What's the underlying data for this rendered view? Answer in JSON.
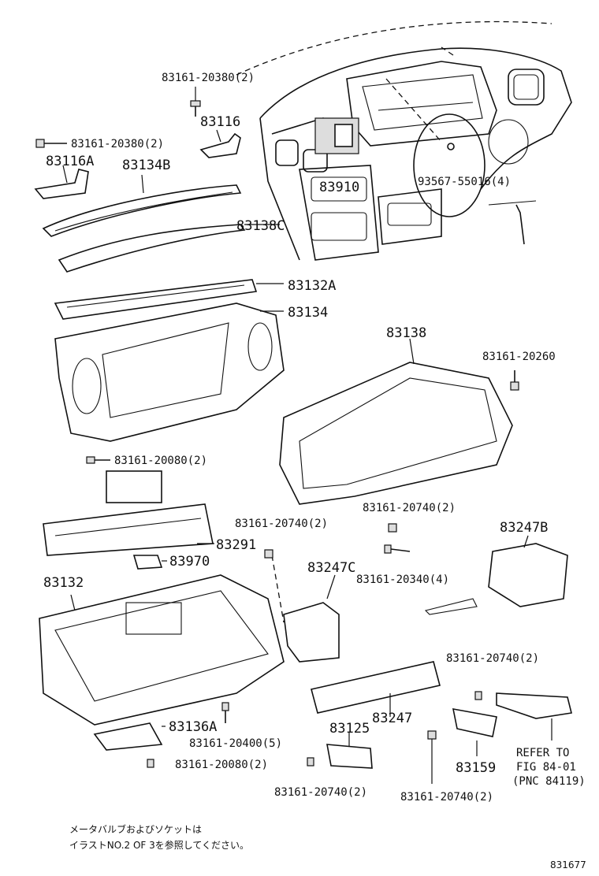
{
  "labels": {
    "p1": "83161-20380(2)",
    "p2": "83116",
    "p3": "83161-20380(2)",
    "p4": "83116A",
    "p5": "83134B",
    "p6": "83138C",
    "p7": "83132A",
    "p8": "83134",
    "p9": "83910",
    "p10": "93567-55016(4)",
    "p11": "83138",
    "p12": "83161-20260",
    "p13": "83161-20080(2)",
    "p14": "83161-20740(2)",
    "p15": "83161-20740(2)",
    "p16": "83247B",
    "p17": "83291",
    "p18": "83970",
    "p19": "83247C",
    "p20": "83161-20340(4)",
    "p21": "83132",
    "p22": "83161-20740(2)",
    "p23": "83136A",
    "p24": "83161-20400(5)",
    "p25": "83125",
    "p26": "83247",
    "p27": "83161-20080(2)",
    "p28": "83159",
    "p29": "83161-20740(2)",
    "p30": "83161-20740(2)"
  },
  "refer": {
    "line1": "REFER TO",
    "line2": "FIG 84-01",
    "line3": "(PNC 84119)"
  },
  "note": {
    "line1": "メータバルブおよびソケットは",
    "line2": "イラストNO.2 OF 3を参照してください。"
  },
  "figure_number": "831677"
}
